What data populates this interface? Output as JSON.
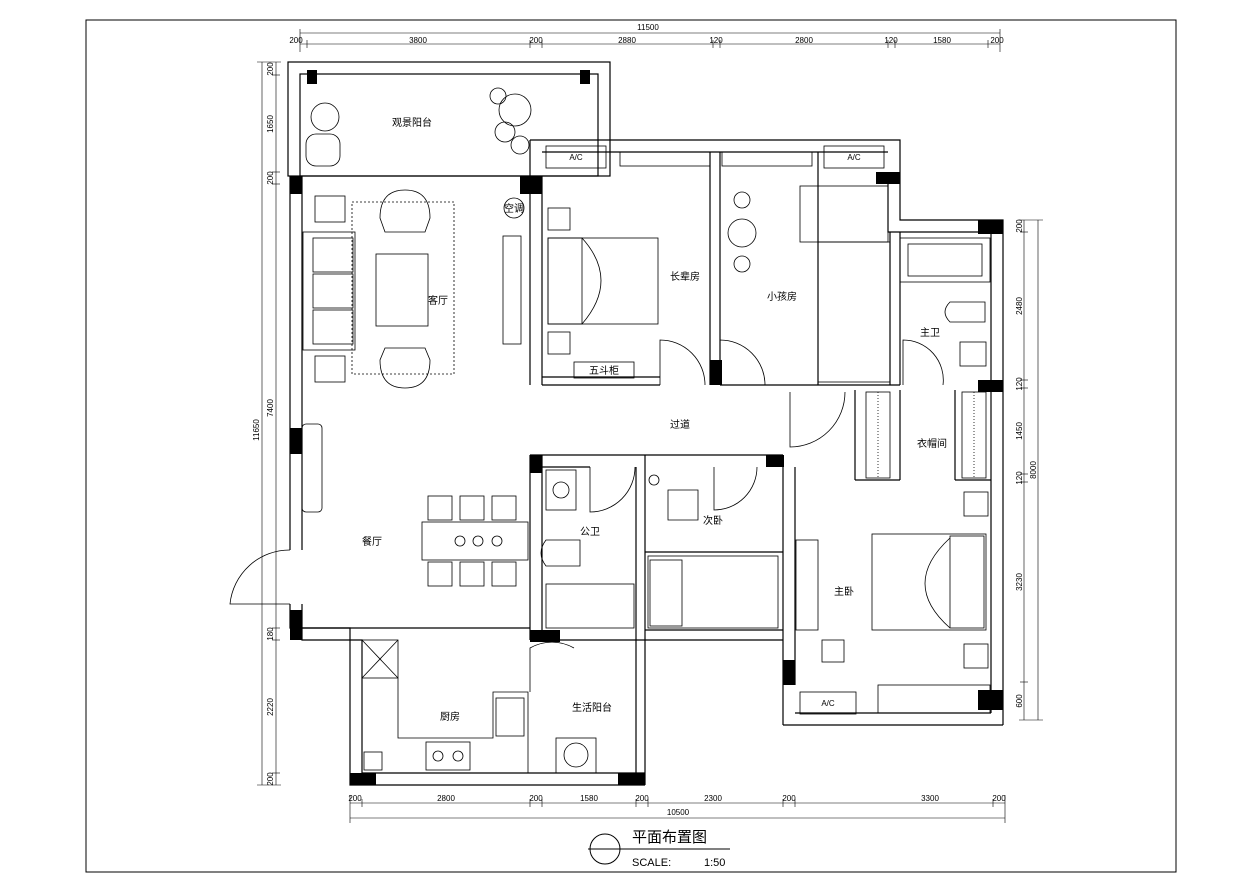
{
  "dims": {
    "top_total": "11500",
    "top_segments": [
      "200",
      "3800",
      "200",
      "2880",
      "120",
      "2800",
      "120",
      "1580",
      "200"
    ],
    "bottom_total": "10500",
    "bottom_segments": [
      "200",
      "2800",
      "200",
      "1580",
      "200",
      "2300",
      "200",
      "3300",
      "200"
    ],
    "left_total": "11650",
    "left_segments": [
      "200",
      "1650",
      "200",
      "7400",
      "180",
      "2220",
      "200"
    ],
    "right_total": "8000",
    "right_segments": [
      "200",
      "2480",
      "120",
      "1450",
      "120",
      "3230",
      "600"
    ]
  },
  "rooms": {
    "view_balcony": "观景阳台",
    "living": "客厅",
    "ac_label": "空调",
    "elder_room": "长辈房",
    "drawer": "五斗柜",
    "kids_room": "小孩房",
    "master_bath": "主卫",
    "corridor": "过道",
    "cloakroom": "衣帽间",
    "public_bath": "公卫",
    "second_bed": "次卧",
    "dining": "餐厅",
    "master_bed": "主卧",
    "kitchen": "厨房",
    "utility_balcony": "生活阳台",
    "ac_units": [
      "A/C",
      "A/C",
      "A/C"
    ]
  },
  "title": {
    "main": "平面布置图",
    "scale_label": "SCALE:",
    "scale_value": "1:50"
  }
}
